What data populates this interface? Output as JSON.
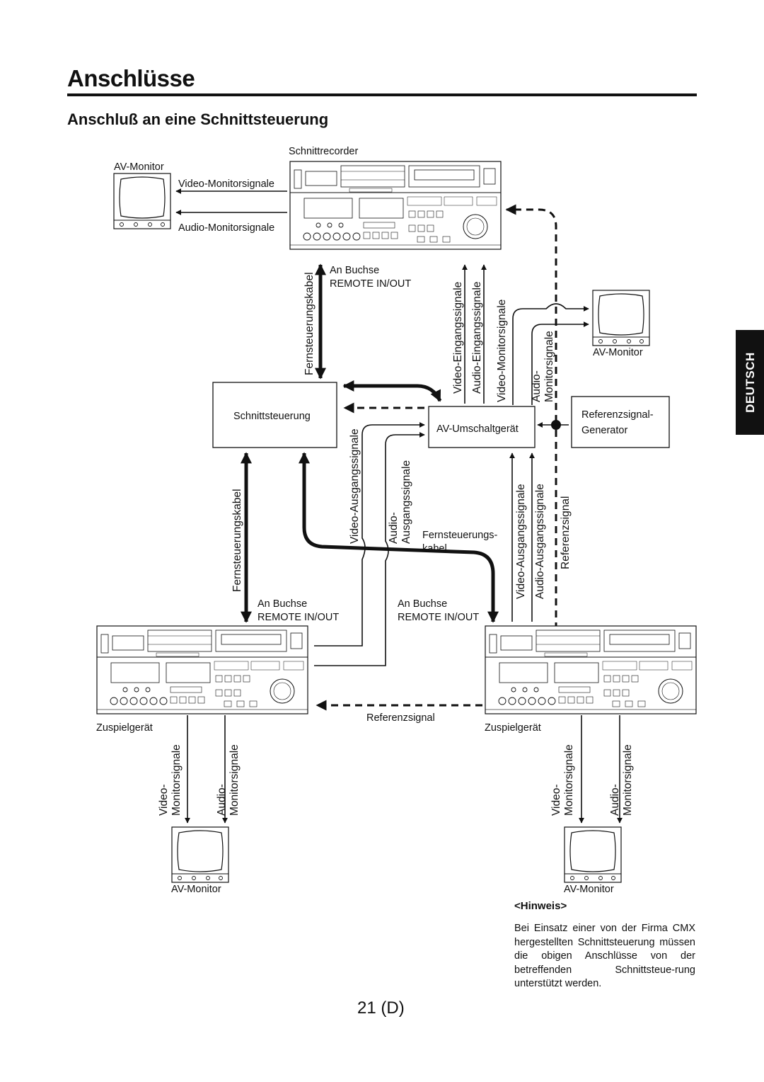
{
  "page": {
    "title": "Anschlüsse",
    "section_title": "Anschluß an eine Schnittsteuerung",
    "side_tab": "DEUTSCH",
    "page_number": "21 (D)"
  },
  "diagram": {
    "recorder": "Schnittrecorder",
    "monitor_top_left": "AV-Monitor",
    "video_monitor_signals": "Video-Monitorsignale",
    "audio_monitor_signals": "Audio-Monitorsignale",
    "remote_cable_top": "Fernsteuerungskabel",
    "jack_top_line1": "An Buchse",
    "jack_top_line2": "REMOTE IN/OUT",
    "video_input_signals": "Video-Eingangssignale",
    "audio_input_signals": "Audio-Eingangssignale",
    "video_monitor_signals_vertical": "Video-Monitorsignale",
    "audio_monitor_line1": "Audio-",
    "audio_monitor_line2": "Monitorsignale",
    "monitor_right": "AV-Monitor",
    "edit_controller": "Schnittsteuerung",
    "av_switcher": "AV-Umschaltgerät",
    "ref_generator_line1": "Referenzsignal-",
    "ref_generator_line2": "Generator",
    "remote_cable_left": "Fernsteuerungskabel",
    "video_output_signals_1": "Video-Ausgangssignale",
    "audio_output_line1": "Audio-",
    "audio_output_line2": "Ausgangssignale",
    "remote_cable_mid_line1": "Fernsteuerungs-",
    "remote_cable_mid_line2": "kabel",
    "video_output_signals_2": "Video-Ausgangssignale",
    "audio_output_signals_2": "Audio-Ausgangssignale",
    "reference_signal_vertical": "Referenzsignal",
    "jack_left_line1": "An Buchse",
    "jack_left_line2": "REMOTE IN/OUT",
    "jack_right_line1": "An Buchse",
    "jack_right_line2": "REMOTE IN/OUT",
    "reference_signal_horizontal": "Referenzsignal",
    "player_left": "Zuspielgerät",
    "player_right": "Zuspielgerät",
    "video_monitor_line1": "Video-",
    "video_monitor_line2": "Monitorsignale",
    "audio_monitor_b_line1": "Audio-",
    "audio_monitor_b_line2": "Monitorsignale",
    "monitor_bottom_left": "AV-Monitor",
    "monitor_bottom_right": "AV-Monitor"
  },
  "note": {
    "heading": "<Hinweis>",
    "body": "Bei Einsatz einer von der Firma CMX hergestellten Schnittsteuerung müssen die obigen Anschlüsse von der betreffenden Schnittsteue-rung unterstützt werden."
  }
}
